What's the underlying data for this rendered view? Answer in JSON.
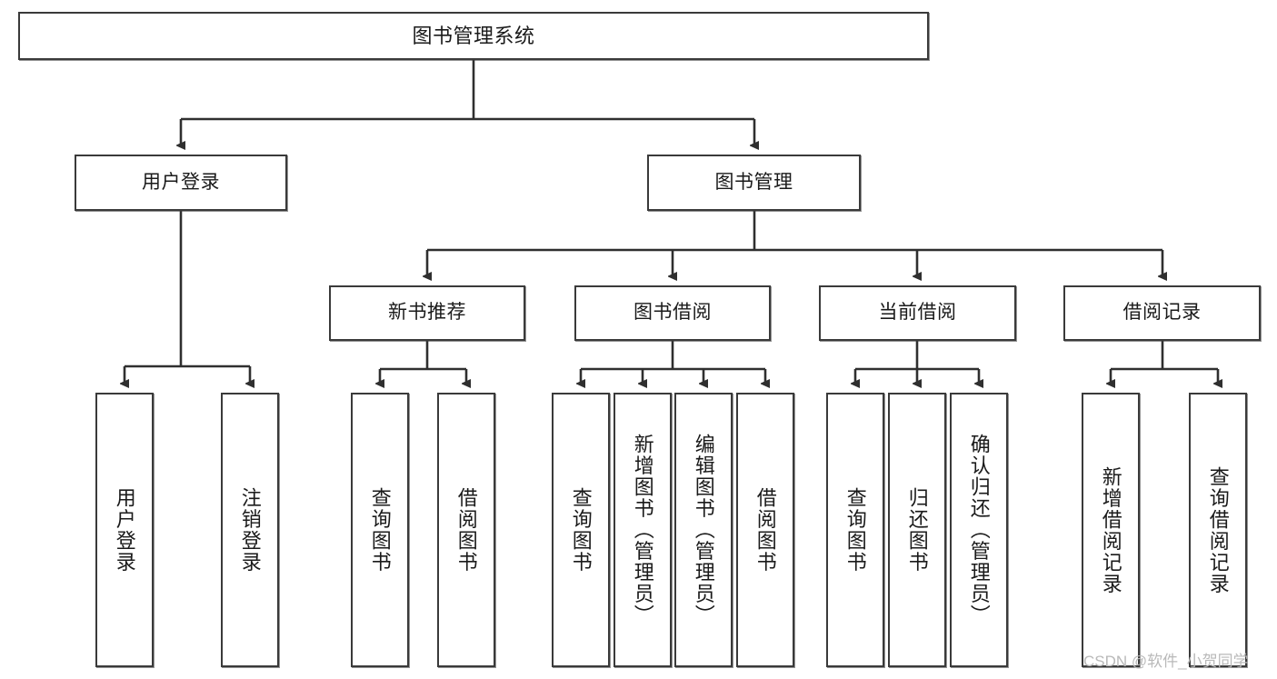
{
  "diagram": {
    "title": "图书管理系统",
    "type": "tree",
    "watermark": "CSDN @软件_小贺同学",
    "colors": {
      "box_border": "#3a3a3a",
      "box_fill": "#ffffff",
      "connector": "#2f2f2f",
      "text": "#1a1a1a",
      "watermark": "#b9b9b9"
    }
  },
  "nodes": {
    "root": {
      "label": "图书管理系统"
    },
    "level1": [
      {
        "label": "用户登录"
      },
      {
        "label": "图书管理"
      }
    ],
    "level2": [
      {
        "label": "新书推荐"
      },
      {
        "label": "图书借阅"
      },
      {
        "label": "当前借阅"
      },
      {
        "label": "借阅记录"
      }
    ],
    "leaves": {
      "user_login": [
        {
          "label": "用户登录"
        },
        {
          "label": "注销登录"
        }
      ],
      "new_book": [
        {
          "label": "查询图书"
        },
        {
          "label": "借阅图书"
        }
      ],
      "book_borrow": [
        {
          "label": "查询图书"
        },
        {
          "label": "新增图书（管理员）"
        },
        {
          "label": "编辑图书（管理员）"
        },
        {
          "label": "借阅图书"
        }
      ],
      "current_borrow": [
        {
          "label": "查询图书"
        },
        {
          "label": "归还图书"
        },
        {
          "label": "确认归还（管理员）"
        }
      ],
      "borrow_record": [
        {
          "label": "新增借阅记录"
        },
        {
          "label": "查询借阅记录"
        }
      ]
    }
  }
}
